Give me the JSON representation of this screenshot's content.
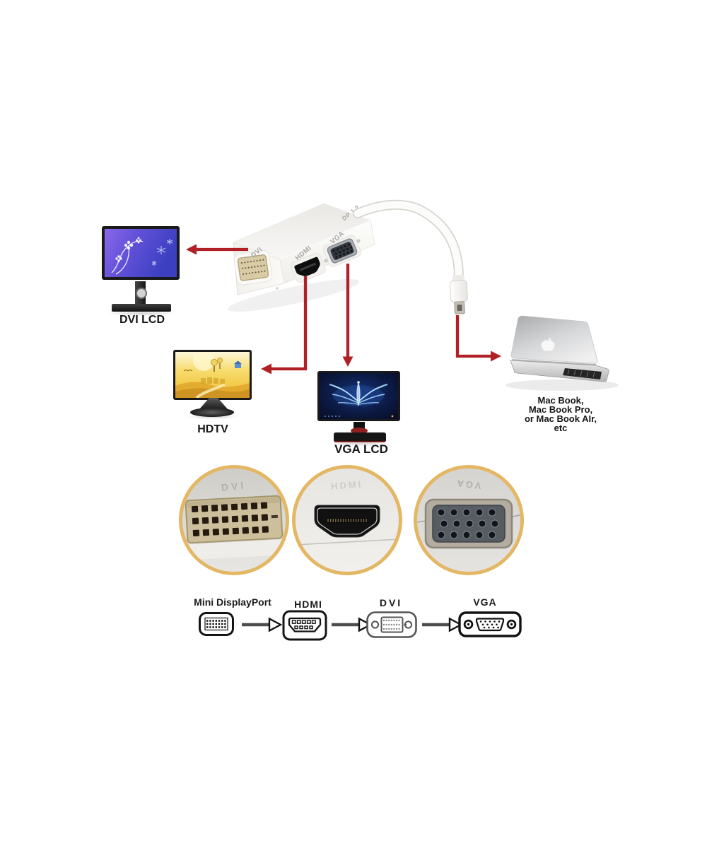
{
  "colors": {
    "background": "#ffffff",
    "arrow_red": "#b02025",
    "circle_border": "#e3b763",
    "monitor_bezel": "#1a1a1a",
    "adapter_body": "#f6f5f3",
    "dvi_connector_cream": "#cdbf9b",
    "label_text": "#161616",
    "engraving_gray": "#a6a5a1"
  },
  "adapter": {
    "engravings": {
      "dvi": "DVI",
      "hdmi": "HDMI",
      "vga": "VGA",
      "dp": "DP 1.2"
    }
  },
  "devices": {
    "dvi_lcd": {
      "label": "DVI LCD"
    },
    "hdtv": {
      "label": "HDTV"
    },
    "vga_lcd": {
      "label": "VGA LCD"
    },
    "macbook": {
      "lines": [
        "Mac Book,",
        "Mac Book Pro,",
        "or Mac Book AIr,",
        "etc"
      ]
    }
  },
  "closeups": [
    {
      "label": "DVI"
    },
    {
      "label": "HDMI"
    },
    {
      "label": "VGA"
    }
  ],
  "chain": [
    {
      "label": "Mini DisplayPort"
    },
    {
      "label": "HDMI"
    },
    {
      "label": "DVI"
    },
    {
      "label": "VGA"
    }
  ]
}
